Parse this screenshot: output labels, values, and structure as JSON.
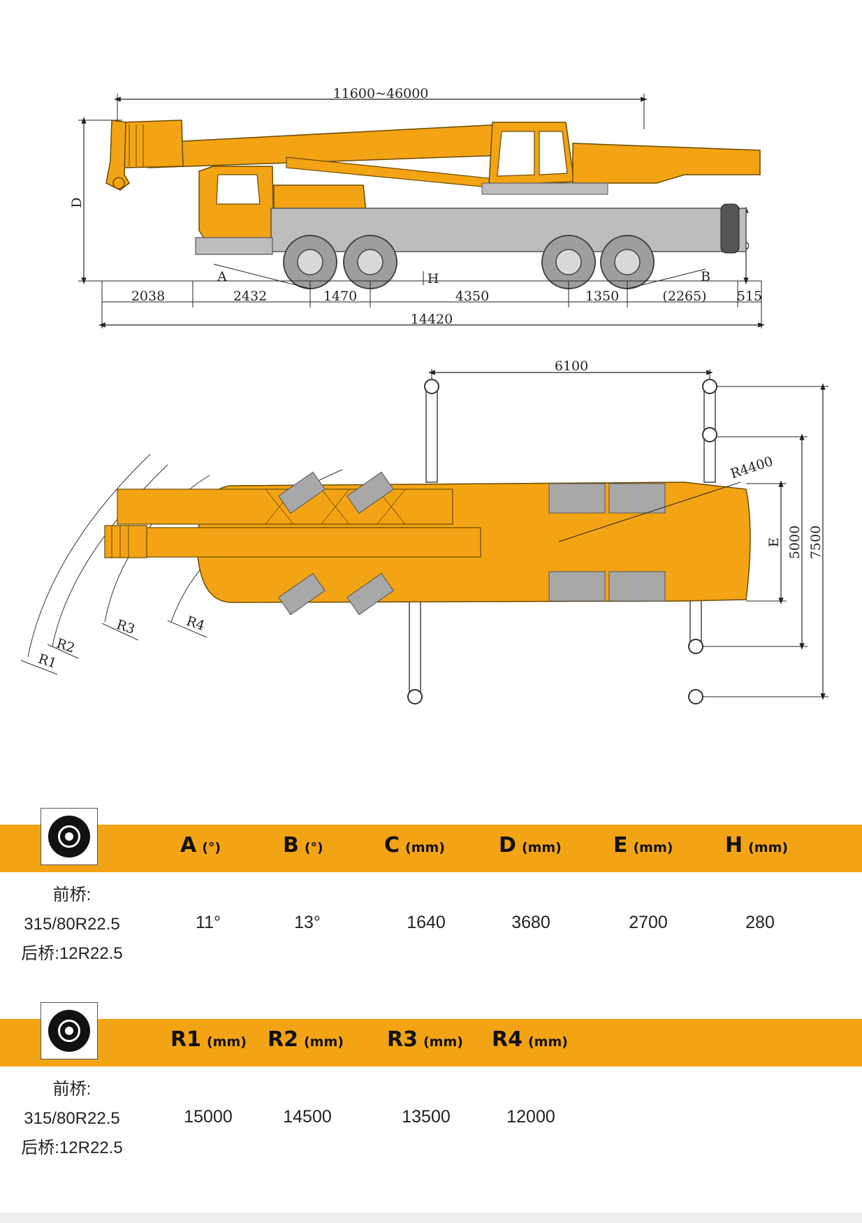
{
  "side_view": {
    "boom_length": "11600~46000",
    "height_label": "D",
    "clearance_label": "C",
    "approach_label": "A",
    "departure_label": "B",
    "ground_label": "H",
    "segments": [
      "2038",
      "2432",
      "1470",
      "4350",
      "1350",
      "(2265)",
      "515"
    ],
    "overall_length": "14420"
  },
  "top_view": {
    "outrigger_span_long": "6100",
    "tail_radius": "R4400",
    "width_label": "E",
    "outrigger_width_mid": "5000",
    "outrigger_width_full": "7500",
    "radius_labels": [
      "R1",
      "R2",
      "R3",
      "R4"
    ]
  },
  "table1": {
    "headers": [
      {
        "key": "A",
        "unit": "(°)"
      },
      {
        "key": "B",
        "unit": "(°)"
      },
      {
        "key": "C",
        "unit": "(mm)"
      },
      {
        "key": "D",
        "unit": "(mm)"
      },
      {
        "key": "E",
        "unit": "(mm)"
      },
      {
        "key": "H",
        "unit": "(mm)"
      }
    ],
    "tyre_lines": [
      "前桥:",
      "315/80R22.5",
      "后桥:12R22.5"
    ],
    "values": [
      "11°",
      "13°",
      "1640",
      "3680",
      "2700",
      "280"
    ]
  },
  "table2": {
    "headers": [
      {
        "key": "R1",
        "unit": "(mm)"
      },
      {
        "key": "R2",
        "unit": "(mm)"
      },
      {
        "key": "R3",
        "unit": "(mm)"
      },
      {
        "key": "R4",
        "unit": "(mm)"
      }
    ],
    "tyre_lines": [
      "前桥:",
      "315/80R22.5",
      "后桥:12R22.5"
    ],
    "values": [
      "15000",
      "14500",
      "13500",
      "12000"
    ]
  },
  "colors": {
    "crane_yellow": "#f3a414",
    "header_bar": "#f3a414",
    "counterweight_grey": "#a8a8a8",
    "chassis_grey": "#bdbdbd"
  }
}
